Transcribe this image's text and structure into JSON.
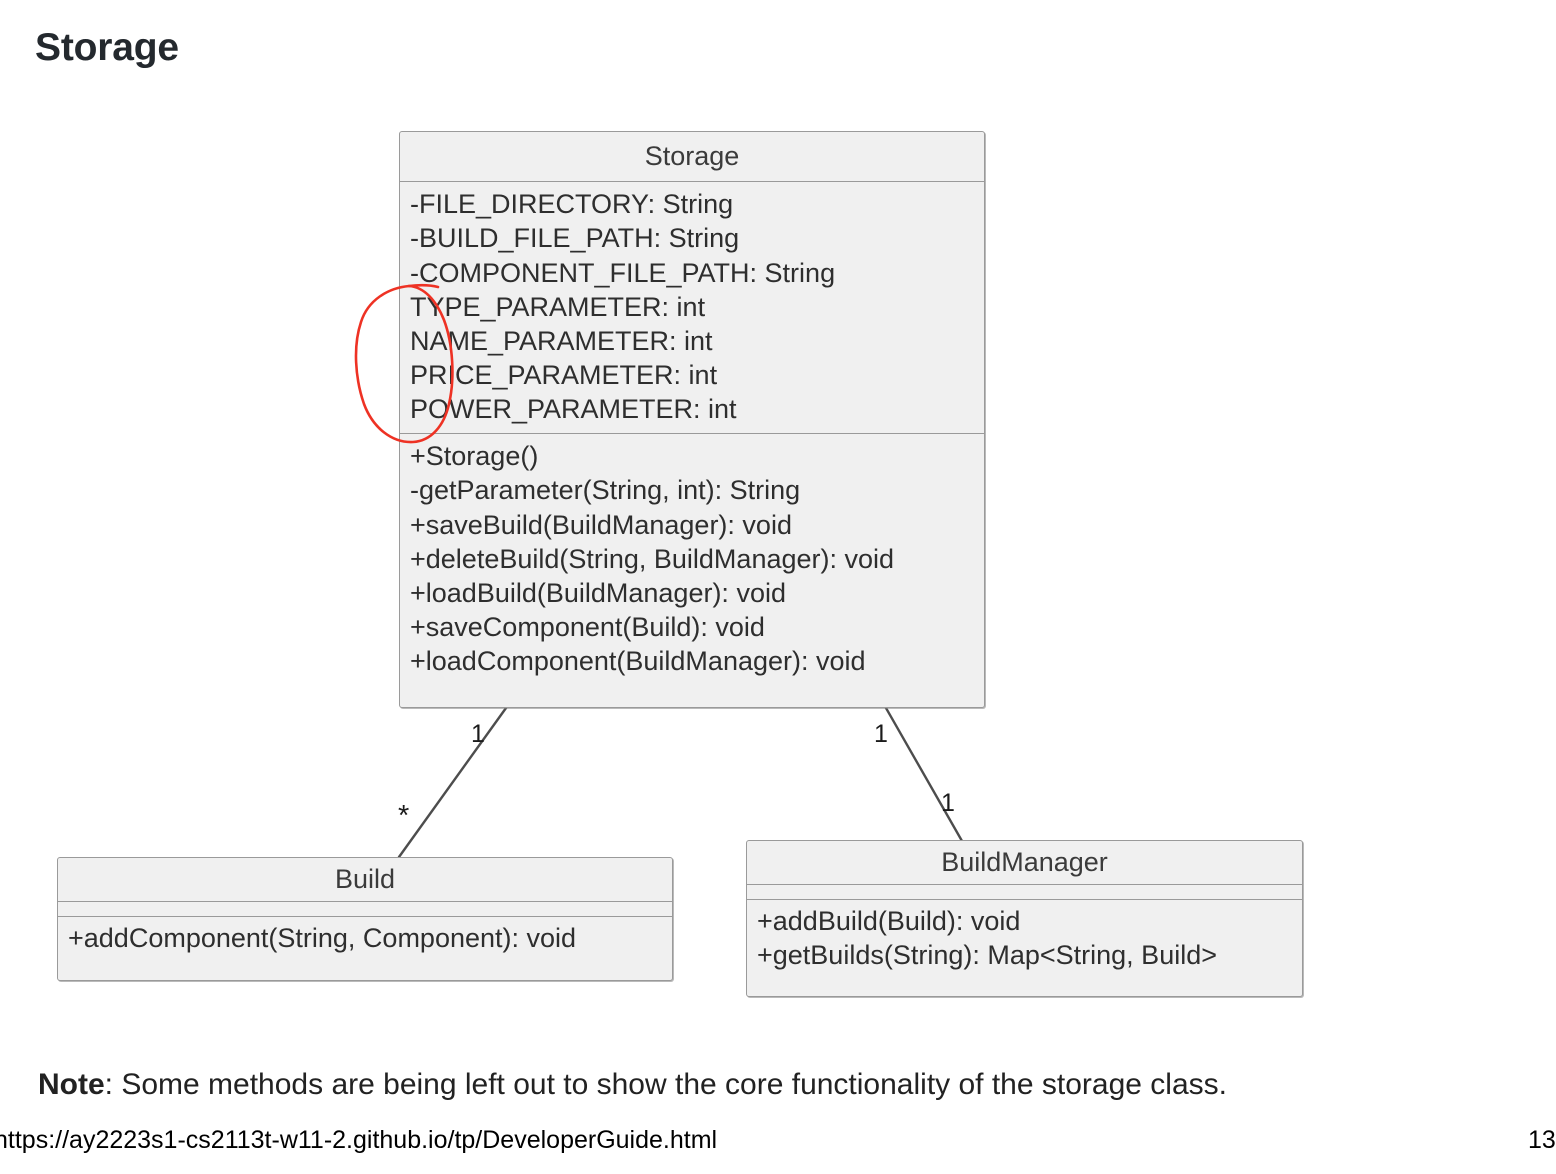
{
  "slide": {
    "title": "Storage",
    "note_label": "Note",
    "note_text": ": Some methods are being left out to show the core functionality of the storage class."
  },
  "footer": {
    "url": "https://ay2223s1-cs2113t-w11-2.github.io/tp/DeveloperGuide.html",
    "page_number": "13"
  },
  "diagram": {
    "type": "uml-class-diagram",
    "classes": [
      {
        "name": "Storage",
        "attributes": [
          "-FILE_DIRECTORY: String",
          "-BUILD_FILE_PATH: String",
          "-COMPONENT_FILE_PATH: String",
          "TYPE_PARAMETER: int",
          "NAME_PARAMETER: int",
          "PRICE_PARAMETER: int",
          "POWER_PARAMETER: int"
        ],
        "operations": [
          "+Storage()",
          "-getParameter(String, int): String",
          "+saveBuild(BuildManager): void",
          "+deleteBuild(String, BuildManager): void",
          "+loadBuild(BuildManager): void",
          "+saveComponent(Build): void",
          "+loadComponent(BuildManager): void"
        ]
      },
      {
        "name": "Build",
        "attributes": [],
        "operations": [
          "+addComponent(String, Component): void"
        ]
      },
      {
        "name": "BuildManager",
        "attributes": [],
        "operations": [
          "+addBuild(Build): void",
          "+getBuilds(String): Map<String, Build>"
        ]
      }
    ],
    "associations": [
      {
        "from": "Storage",
        "to": "Build",
        "from_multiplicity": "1",
        "to_multiplicity": "*"
      },
      {
        "from": "Storage",
        "to": "BuildManager",
        "from_multiplicity": "1",
        "to_multiplicity": "1"
      }
    ],
    "annotations": [
      {
        "kind": "hand-drawn-circle",
        "color": "#ee3224",
        "target": "storage-attributes-left-edge"
      }
    ]
  },
  "colors": {
    "class_fill": "#f0f0f0",
    "class_border": "#9a9a9a",
    "connector": "#4d4d4d",
    "annotation_red": "#ee3224",
    "title_color": "#24292e"
  }
}
